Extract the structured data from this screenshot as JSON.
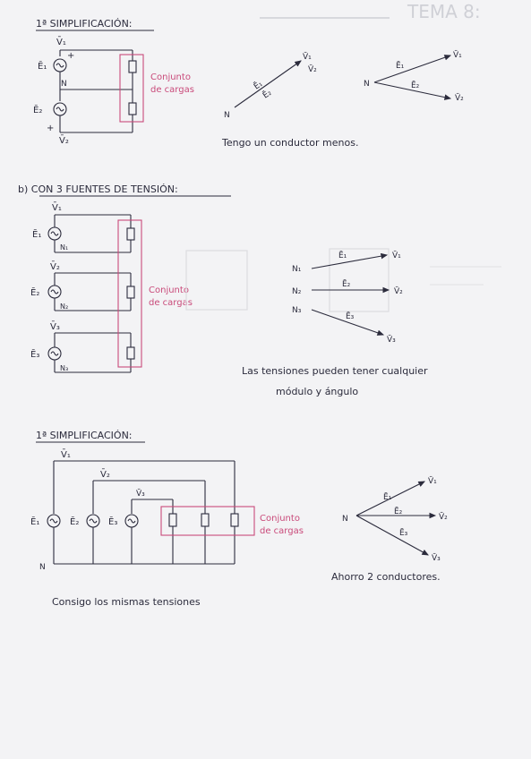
{
  "header_ghost": "TEMA 8:",
  "section1": {
    "title": "1ª SIMPLIFICACIÓN:",
    "labels": {
      "v1": "V̄₁",
      "e1": "Ē₁",
      "n": "N",
      "e2": "Ē₂",
      "v2": "V̄₂",
      "plus_top": "+",
      "plus_bottom": "+"
    },
    "loads_label_1": "Conjunto",
    "loads_label_2": "de cargas",
    "phasor_a": {
      "e1": "Ē₁",
      "e2": "Ē₂",
      "v1": "V̄₁",
      "v2": "V̄₂",
      "n": "N"
    },
    "phasor_b": {
      "e1": "Ē₁",
      "e2": "Ē₂",
      "v1": "V̄₁",
      "v2": "V̄₂",
      "n": "N"
    },
    "note": "Tengo un conductor menos."
  },
  "section2": {
    "title": "b) CON 3 FUENTES DE TENSIÓN:",
    "labels": {
      "v1": "V̄₁",
      "e1": "Ē₁",
      "n1": "N₁",
      "v2": "V̄₂",
      "e2": "Ē₂",
      "n2": "N₂",
      "v3": "V̄₃",
      "e3": "Ē₃",
      "n3": "N₃"
    },
    "loads_label_1": "Conjunto",
    "loads_label_2": "de cargas",
    "phasor": {
      "n1": "N₁",
      "n2": "N₂",
      "n3": "N₃",
      "e1": "Ē₁",
      "e2": "Ē₂",
      "e3": "Ē₃",
      "v1": "V̄₁",
      "v2": "V̄₂",
      "v3": "V̄₃"
    },
    "note_line1": "Las tensiones pueden tener cualquier",
    "note_line2": "módulo y ángulo"
  },
  "section3": {
    "title": "1ª SIMPLIFICACIÓN:",
    "labels": {
      "v1": "V̄₁",
      "v2": "V̄₂",
      "v3": "V̄₃",
      "e1": "Ē₁",
      "e2": "Ē₂",
      "e3": "Ē₃",
      "n": "N"
    },
    "loads_label_1": "Conjunto",
    "loads_label_2": "de cargas",
    "phasor": {
      "n": "N",
      "e1": "Ē₁",
      "e2": "Ē₂",
      "e3": "Ē₃",
      "v1": "V̄₁",
      "v2": "V̄₂",
      "v3": "V̄₃"
    },
    "note_right": "Ahorro 2 conductores.",
    "note_left": "Consigo los mismas tensiones"
  },
  "colors": {
    "ink": "#2b2b3c",
    "accent": "#c94a7a",
    "ghost": "#cfd0d6"
  }
}
